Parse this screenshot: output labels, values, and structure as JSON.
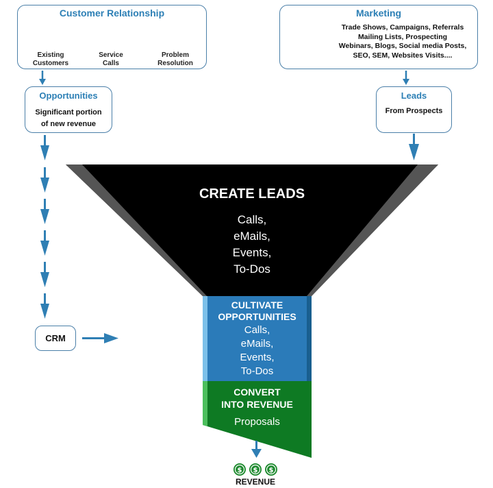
{
  "customer_relationship": {
    "title": "Customer Relationship",
    "steps": [
      {
        "label": "Existing\nCustomers",
        "icon": "customers-icon"
      },
      {
        "label": "Service\nCalls",
        "icon": "headset-agent-icon"
      },
      {
        "label": "Problem\nResolution",
        "icon": "problem-resolution-icon"
      }
    ]
  },
  "marketing": {
    "title": "Marketing",
    "lines": [
      "Trade Shows, Campaigns, Referrals",
      "Mailing Lists, Prospecting",
      "Webinars, Blogs, Social media Posts,",
      "SEO, SEM, Websites Visits...."
    ],
    "icon": "magnet-attracting-people-icon"
  },
  "opportunities": {
    "title": "Opportunities",
    "lines": [
      "Significant portion",
      "of new revenue"
    ]
  },
  "leads": {
    "title": "Leads",
    "lines": [
      "From Prospects"
    ]
  },
  "crm": {
    "label": "CRM"
  },
  "funnel": {
    "create": {
      "title": "CREATE LEADS",
      "items": [
        "Calls,",
        "eMails,",
        "Events,",
        "To-Dos"
      ]
    },
    "cultivate": {
      "title_lines": [
        "CULTIVATE",
        "OPPORTUNITIES"
      ],
      "items": [
        "Calls,",
        "eMails,",
        "Events,",
        "To-Dos"
      ]
    },
    "convert": {
      "title_lines": [
        "CONVERT",
        "INTO REVENUE"
      ],
      "items": [
        "Proposals"
      ]
    }
  },
  "revenue": {
    "label": "REVENUE",
    "coin_symbol": "$",
    "icon": "dollar-coin-icon"
  },
  "colors": {
    "accent_blue": "#2c7fb5",
    "arrow_blue": "#2f7fb4",
    "funnel_black": "#000000",
    "funnel_blue": "#2b7bb9",
    "funnel_green": "#0e7a23",
    "coin_green": "#1e8a2f"
  }
}
